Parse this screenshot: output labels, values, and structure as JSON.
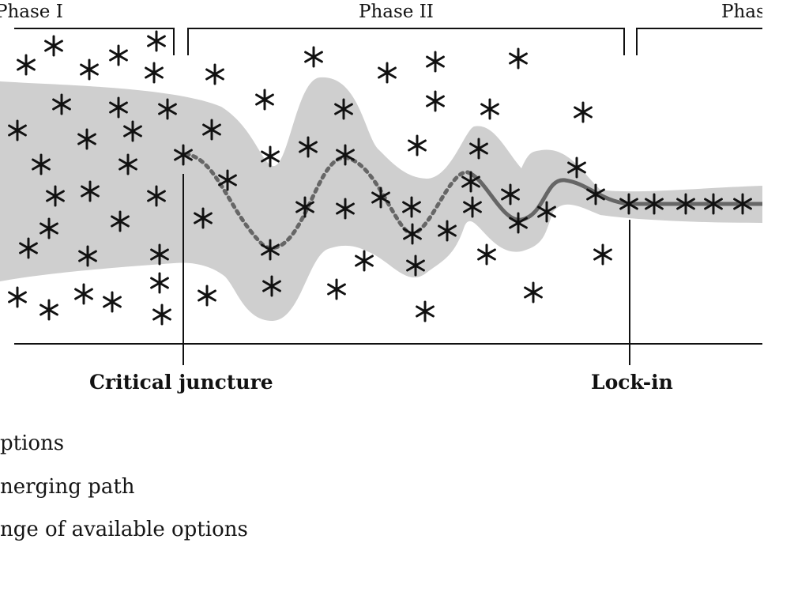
{
  "phases": {
    "phase_1": "Phase I",
    "phase_2": "Phase II",
    "phase_3": "Phase III"
  },
  "markers": {
    "critical_juncture": "Critical juncture",
    "lock_in": "Lock-in"
  },
  "legend": {
    "item_1": "ptions",
    "item_2": "nerging path",
    "item_3": "nge of available options"
  },
  "icons": {
    "option_marker": "asterisk-icon"
  },
  "colors": {
    "range_fill": "#cfcfcf",
    "path_line": "#666666",
    "ink": "#111111"
  }
}
